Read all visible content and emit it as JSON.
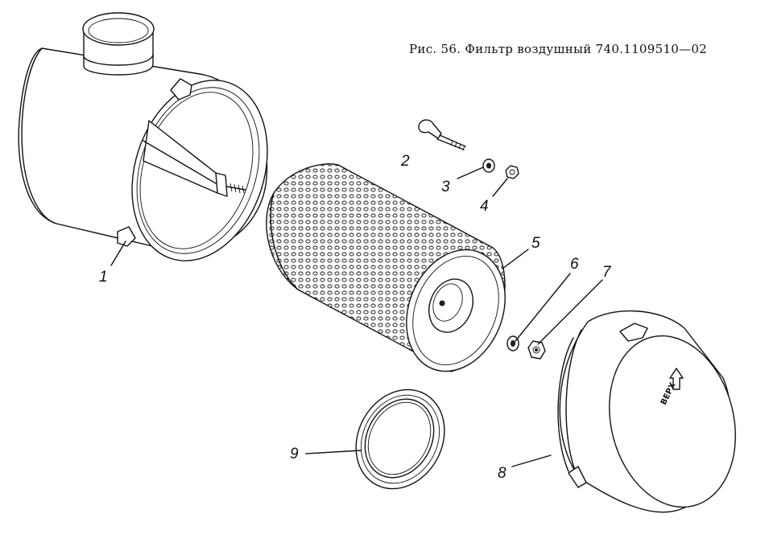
{
  "figure": {
    "caption": "Рис. 56. Фильтр воздушный 740.1109510—02",
    "callouts": [
      "1",
      "2",
      "3",
      "4",
      "5",
      "6",
      "7",
      "8",
      "9"
    ],
    "cover_stamp": "ВЕРХ"
  }
}
